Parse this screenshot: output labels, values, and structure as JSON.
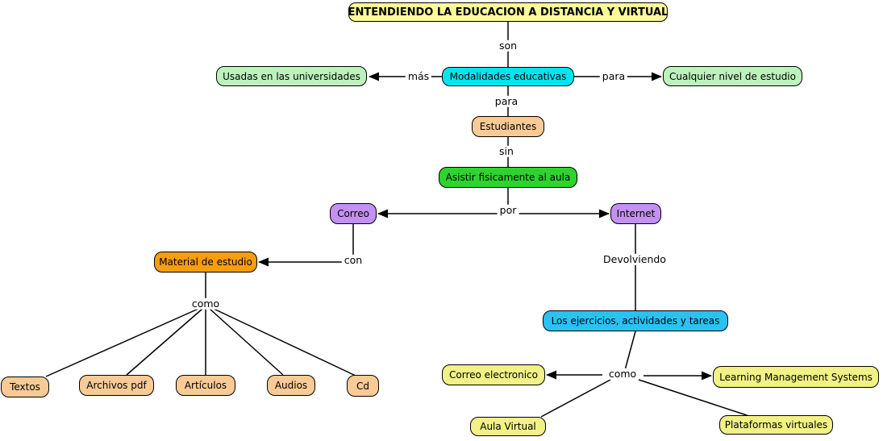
{
  "diagram_title": "ENTENDIENDO LA EDUCACION A DISTANCIA Y VIRTUAL",
  "nodes": {
    "title": {
      "label": "ENTENDIENDO LA EDUCACION A DISTANCIA Y VIRTUAL",
      "color": "#FBFB98"
    },
    "usadas": {
      "label": "Usadas en las universidades",
      "color": "#BDF2BC"
    },
    "modalidades": {
      "label": "Modalidades educativas",
      "color": "#00E6F0"
    },
    "cualquier": {
      "label": "Cualquier nivel de estudio",
      "color": "#BDF2BC"
    },
    "estudiantes": {
      "label": "Estudiantes",
      "color": "#F8CA96"
    },
    "asistir": {
      "label": "Asistir fisicamente al aula",
      "color": "#2ED42E"
    },
    "correo": {
      "label": "Correo",
      "color": "#C291F2"
    },
    "internet": {
      "label": "Internet",
      "color": "#C291F2"
    },
    "material": {
      "label": "Material de estudio",
      "color": "#F89D0E"
    },
    "ejercicios": {
      "label": "Los ejercicios, actividades y tareas",
      "color": "#2AC2F2"
    },
    "textos": {
      "label": "Textos",
      "color": "#F8CA96"
    },
    "archivos_pdf": {
      "label": "Archivos pdf",
      "color": "#F8CA96"
    },
    "articulos": {
      "label": "Artículos",
      "color": "#F8CA96"
    },
    "audios": {
      "label": "Audios",
      "color": "#F8CA96"
    },
    "cd": {
      "label": "Cd",
      "color": "#F8CA96"
    },
    "correo_electronico": {
      "label": "Correo electronico",
      "color": "#F1F185"
    },
    "lms": {
      "label": "Learning Management Systems",
      "color": "#F1F185"
    },
    "aula_virtual": {
      "label": "Aula Virtual",
      "color": "#F1F185"
    },
    "plataformas": {
      "label": "Plataformas virtuales",
      "color": "#F1F185"
    }
  },
  "links": {
    "son": "son",
    "mas": "más",
    "para_right": "para",
    "para_down": "para",
    "sin": "sin",
    "por": "por",
    "con": "con",
    "como_left": "como",
    "devolviendo": "Devolviendo",
    "como_right": "como"
  },
  "line_color": "#000000"
}
